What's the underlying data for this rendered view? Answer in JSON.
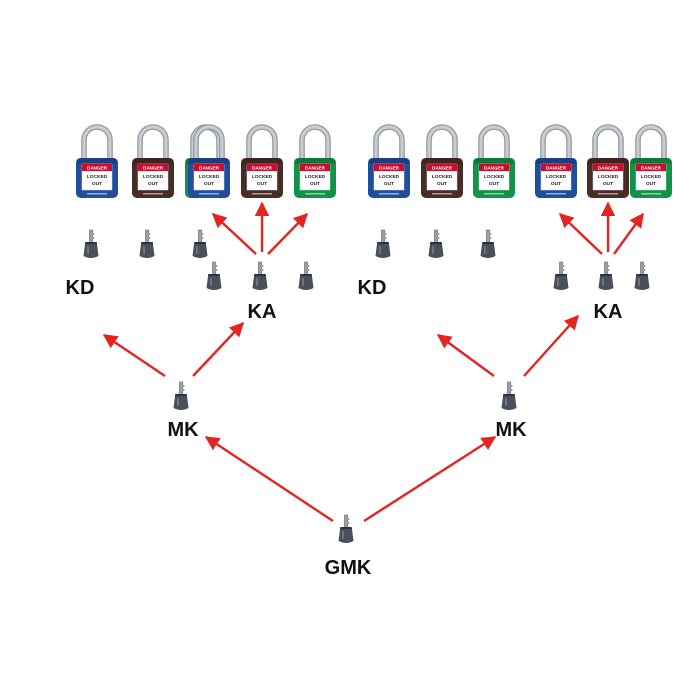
{
  "colors": {
    "arrow": "#e52421",
    "shackle": "#c9cdd2",
    "shackle_edge": "#8c9299",
    "tag_header": "#c8102e",
    "tag_bg": "#ffffff",
    "key": "#4a505a",
    "key_dark": "#2d3138",
    "label": "#111111"
  },
  "lock_tag": {
    "header": "DANGER",
    "line1": "LOCKED",
    "line2": "OUT"
  },
  "lock_colors": {
    "blue": "#1f4e9a",
    "brown": "#4a2c27",
    "green": "#12934a"
  },
  "groups": [
    {
      "label": "KD",
      "locks": [
        "blue",
        "brown",
        "green"
      ],
      "key_arrangement": "one key per lock"
    },
    {
      "label": "KA",
      "locks": [
        "blue",
        "brown",
        "green"
      ],
      "key_arrangement": "one key opens all locks"
    },
    {
      "label": "KD",
      "locks": [
        "blue",
        "brown",
        "green"
      ],
      "key_arrangement": "one key per lock"
    },
    {
      "label": "KA",
      "locks": [
        "blue",
        "brown",
        "green"
      ],
      "key_arrangement": "one key opens all locks"
    }
  ],
  "masters": [
    {
      "label": "MK",
      "opens": [
        "group 1",
        "group 2"
      ]
    },
    {
      "label": "MK",
      "opens": [
        "group 3",
        "group 4"
      ]
    }
  ],
  "grand_master": {
    "label": "GMK",
    "opens": [
      "master 1",
      "master 2"
    ]
  }
}
